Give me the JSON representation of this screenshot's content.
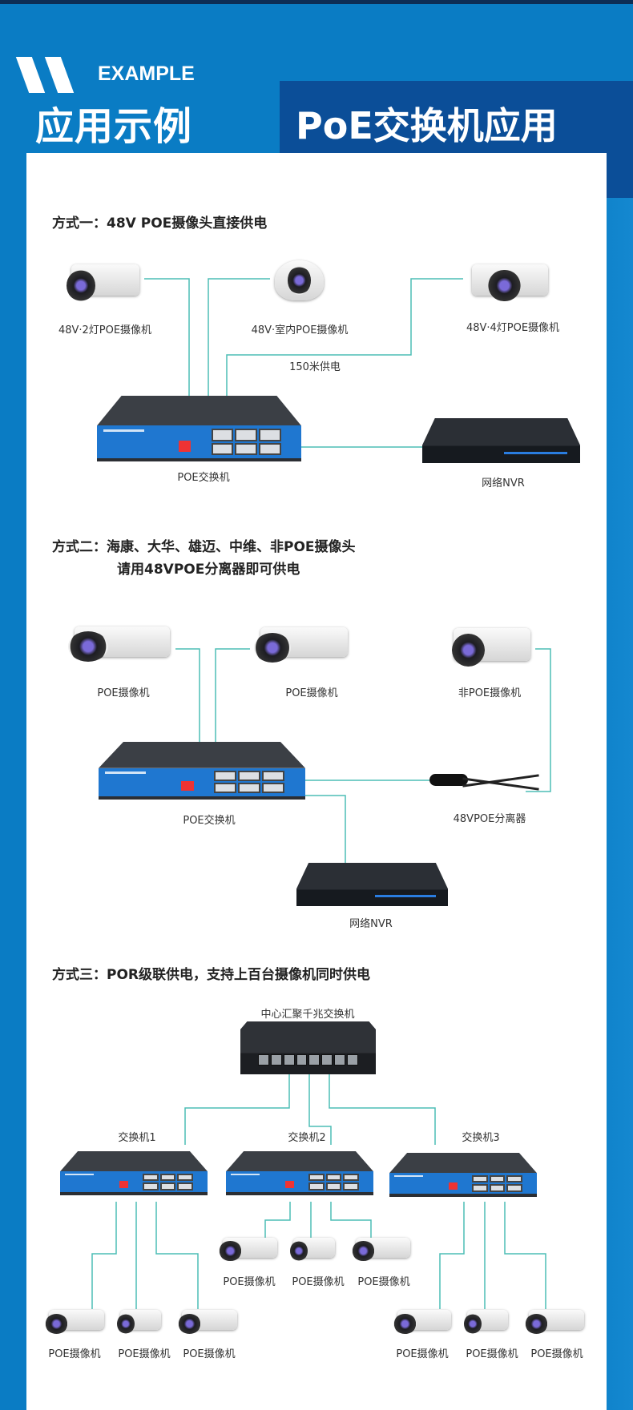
{
  "header": {
    "example": "EXAMPLE",
    "title": "应用示例",
    "banner": "PoE交换机应用"
  },
  "line_color": "#4dbdb5",
  "brand_color": "#0a7cc4",
  "section1": {
    "heading": "方式一：48V POE摄像头直接供电",
    "cameras": [
      "48V·2灯POE摄像机",
      "48V·室内POE摄像机",
      "48V·4灯POE摄像机"
    ],
    "distance": "150米供电",
    "switch": "POE交换机",
    "nvr": "网络NVR"
  },
  "section2": {
    "heading": "方式二：海康、大华、雄迈、中维、非POE摄像头",
    "subheading": "请用48VPOE分离器即可供电",
    "cameras": [
      "POE摄像机",
      "POE摄像机",
      "非POE摄像机"
    ],
    "switch": "POE交换机",
    "splitter": "48VPOE分离器",
    "nvr": "网络NVR"
  },
  "section3": {
    "heading": "方式三：POR级联供电，支持上百台摄像机同时供电",
    "core_switch": "中心汇聚千兆交换机",
    "switches": [
      "交换机1",
      "交换机2",
      "交换机3"
    ],
    "camera_label": "POE摄像机"
  }
}
